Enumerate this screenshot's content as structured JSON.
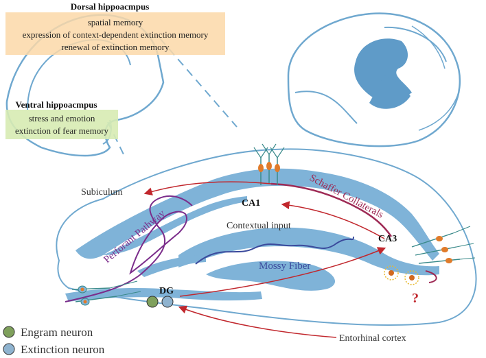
{
  "dorsal": {
    "title": "Dorsal hippoacmpus",
    "lines": [
      "spatial memory",
      "expression of context-dependent extinction memory",
      "renewal of extinction memory"
    ]
  },
  "ventral": {
    "title": "Ventral hippoacmpus",
    "lines": [
      "stress and emotion",
      "extinction of fear memory"
    ]
  },
  "regions": {
    "ca1": "CA1",
    "ca3": "CA3",
    "dg": "DG"
  },
  "pathways": {
    "schaffer": "Schaffer Collaterals",
    "perforant": "Perforant Pathway",
    "mossy": "Mossy Fiber"
  },
  "labels": {
    "subiculum": "Subiculum",
    "contextual_input": "Contextual input",
    "entorhinal": "Entorhinal cortex",
    "question": "?"
  },
  "legend": [
    {
      "label": "Engram neuron",
      "color": "#7fa05c"
    },
    {
      "label": "Extinction neuron",
      "color": "#8fb3cf"
    }
  ],
  "colors": {
    "hippocampus": "#7fb3d8",
    "outline": "#6fa8cf",
    "dorsal_box": "#fbd8a8",
    "ventral_box": "#d7ebb3",
    "arrow": "#c1272d",
    "perforant": "#7b2d8b",
    "schaffer": "#9e2a55",
    "mossy": "#3b4a9c"
  }
}
